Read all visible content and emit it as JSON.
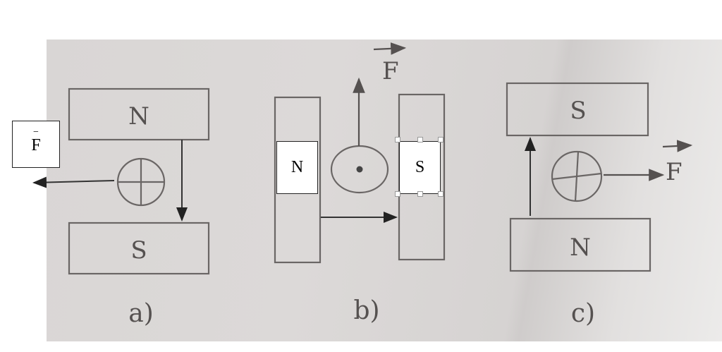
{
  "diagrams": [
    {
      "caption": "a)",
      "top_magnet": "N",
      "bottom_magnet": "S",
      "force_label": "F"
    },
    {
      "caption": "b)",
      "left_magnet": "N",
      "right_magnet": "S",
      "force_label": "F"
    },
    {
      "caption": "c)",
      "top_magnet": "S",
      "bottom_magnet": "N",
      "force_label": "F"
    }
  ],
  "colors": {
    "ink": "#555150",
    "pen": "#333333",
    "paper": "#d9d6d5"
  }
}
